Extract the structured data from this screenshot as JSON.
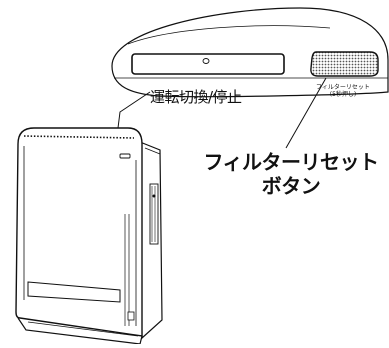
{
  "panel": {
    "power_button_label": "運転切換/停止",
    "filter_button_small_label_line1": "フィルターリセット",
    "filter_button_small_label_line2": "(5秒押し)"
  },
  "callout": {
    "line1": "フィルターリセット",
    "line2": "ボタン"
  },
  "colors": {
    "line": "#111111",
    "background": "#ffffff",
    "button_hatch": "#555555"
  },
  "icons": [
    "air-purifier-illustration",
    "power-button",
    "filter-reset-button"
  ]
}
